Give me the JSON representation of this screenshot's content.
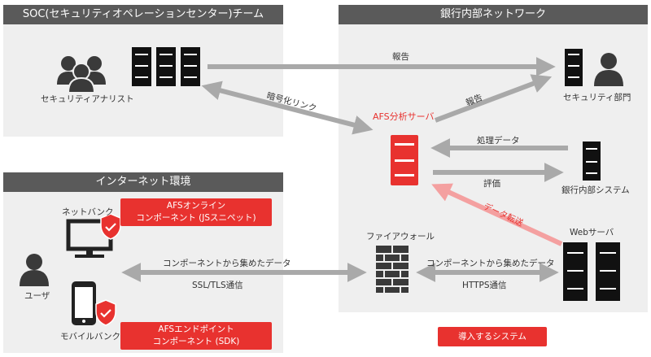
{
  "panels": {
    "soc": {
      "title": "SOC(セキュリティオペレーションセンター)チーム"
    },
    "bank": {
      "title": "銀行内部ネットワーク"
    },
    "internet": {
      "title": "インターネット環境"
    }
  },
  "nodes": {
    "analyst": "セキュリティアナリスト",
    "security_dept": "セキュリティ部門",
    "afs_server": "AFS分析サーバ",
    "bank_system": "銀行内部システム",
    "web_server": "Webサーバ",
    "firewall": "ファイアウォール",
    "net_bank": "ネットバンク",
    "mobile_bank": "モバイルバンク",
    "user": "ユーザ"
  },
  "arrows": {
    "report_top": "報告",
    "encrypted_link": "暗号化リンク",
    "report_diag": "報告",
    "processed_data": "処理データ",
    "evaluation": "評価",
    "data_transfer": "データ転送",
    "collected_data_left": "コンポーネントから集めたデータ",
    "ssl_tls": "SSL/TLS通信",
    "collected_data_right": "コンポーネントから集めたデータ",
    "https": "HTTPS通信"
  },
  "components": {
    "afs_online": [
      "AFSオンライン",
      "コンポーネント (JSスニペット)"
    ],
    "afs_endpoint": [
      "AFSエンドポイント",
      "コンポーネント (SDK)"
    ],
    "legend": "導入するシステム"
  },
  "colors": {
    "accent": "#e8322f",
    "panel": "#efefef",
    "header": "#5a5a5a",
    "arrow": "#a9a9a9",
    "red_arrow": "#f4a0a0"
  }
}
